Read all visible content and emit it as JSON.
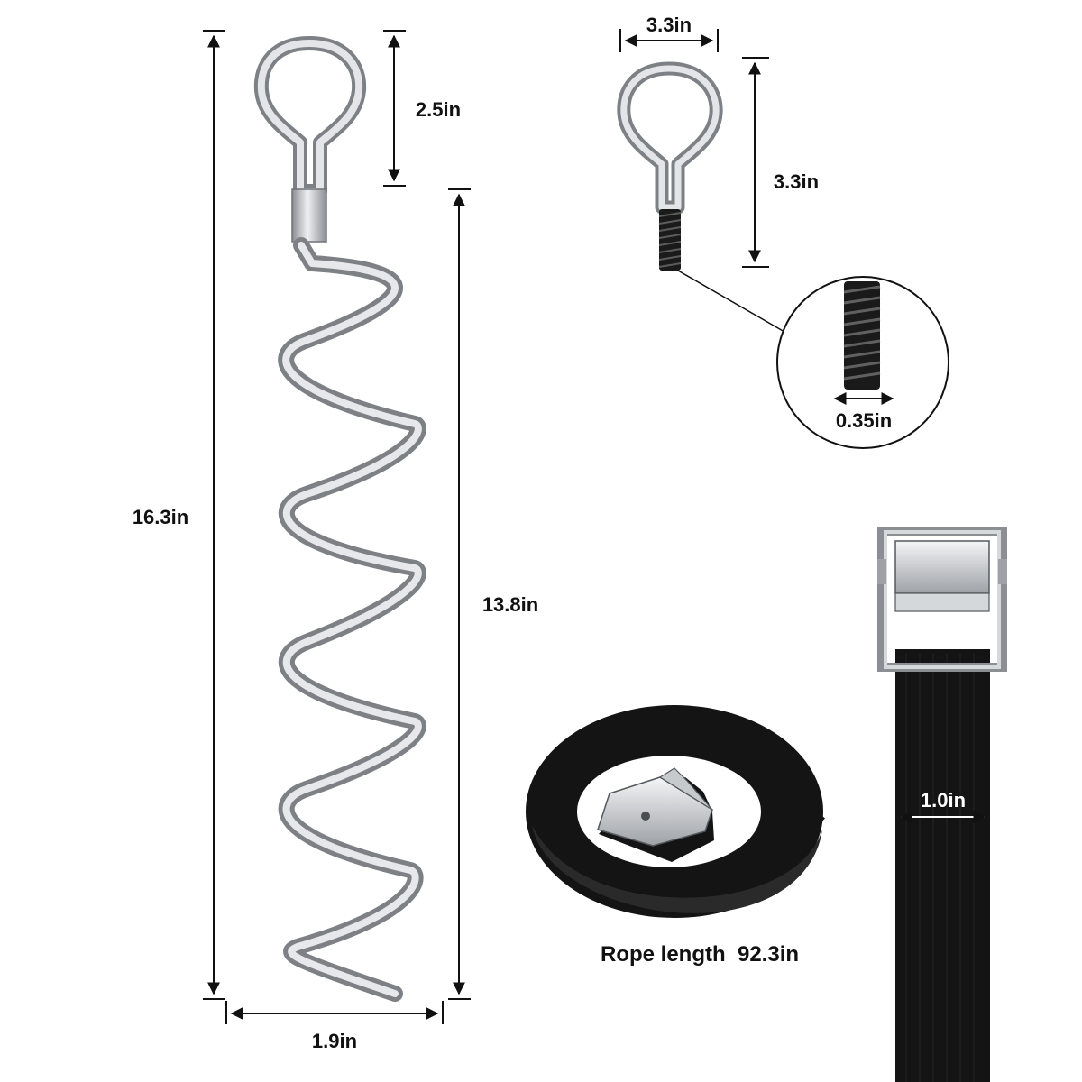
{
  "colors": {
    "metal": "#b9bdc2",
    "metal_dark": "#7d8186",
    "metal_light": "#eef0f2",
    "strap": "#141414",
    "dimension_line": "#111111",
    "background": "#ffffff"
  },
  "labels": {
    "overall_height": "16.3in",
    "eyelet_height": "2.5in",
    "spiral_length": "13.8in",
    "spiral_width": "1.9in",
    "bolt_eye_width": "3.3in",
    "bolt_length": "3.3in",
    "thread_diameter": "0.35in",
    "rope_length": "Rope length  92.3in",
    "strap_width": "1.0in"
  }
}
